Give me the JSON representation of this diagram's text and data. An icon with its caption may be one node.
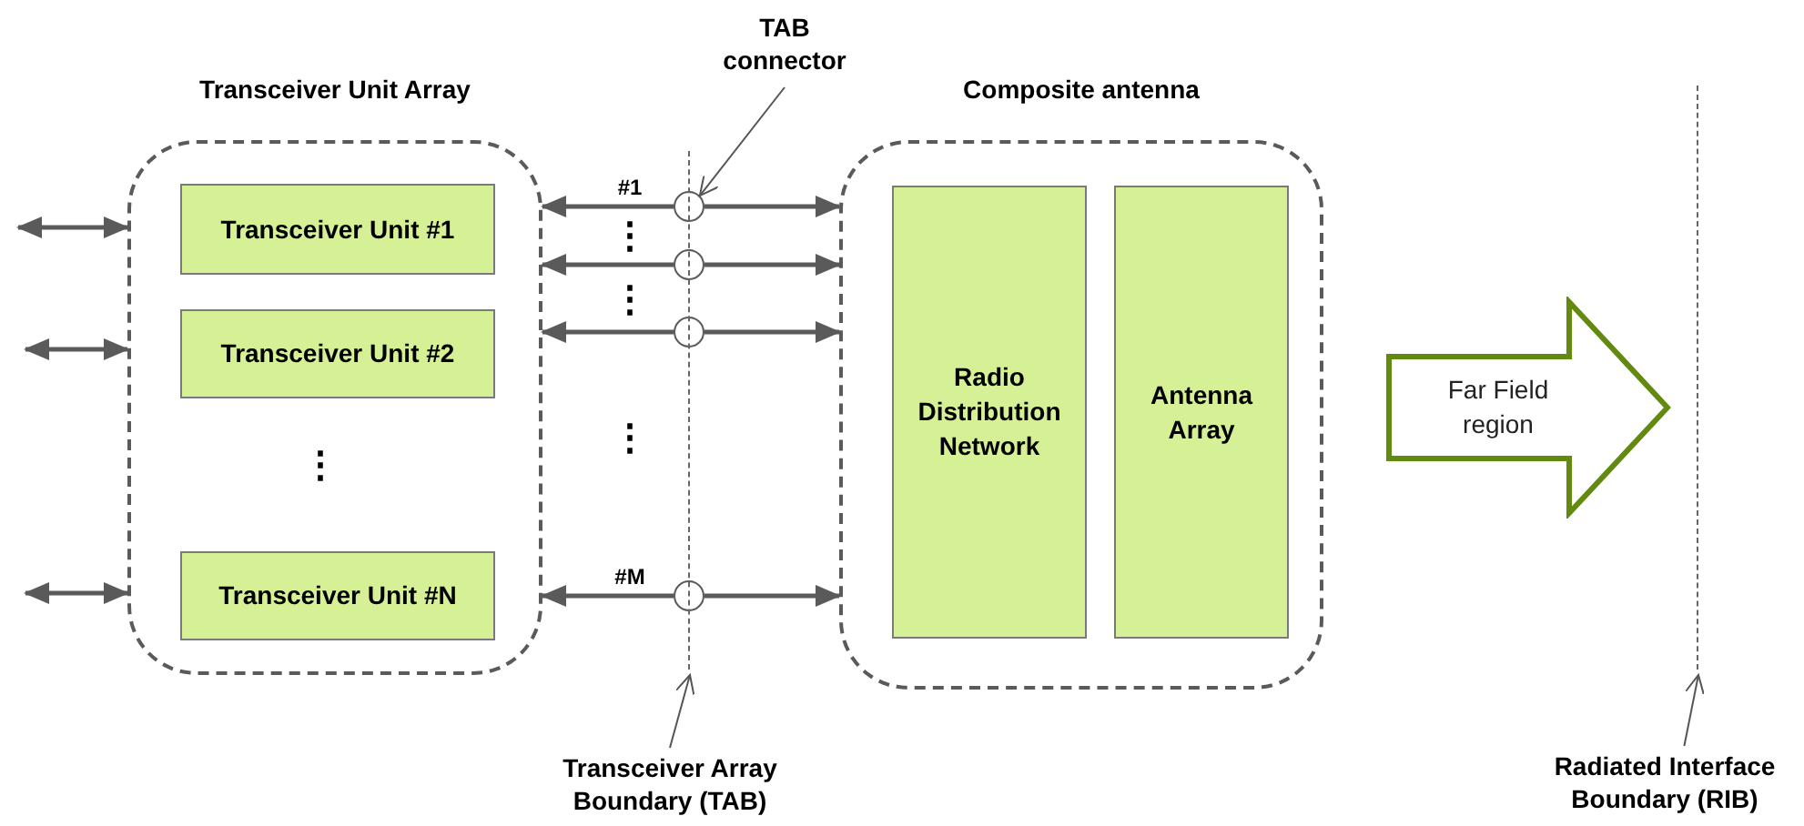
{
  "diagram": {
    "nodes": [
      {
        "text": [
          "Transceiver Unit Array"
        ]
      },
      {
        "text": [
          "Transceiver Unit #1"
        ],
        "in": 0
      },
      {
        "text": [
          "Transceiver Unit #2"
        ],
        "in": 0
      },
      {
        "text": [
          "Transceiver Unit #N"
        ],
        "in": 0
      },
      {
        "text": [
          "Composite antenna"
        ]
      },
      {
        "text": [
          "Radio Distribution Network"
        ],
        "in": 4
      },
      {
        "text": [
          "Antenna Array"
        ],
        "in": 4
      },
      {
        "text": [
          "Far Field region"
        ]
      },
      {
        "text": [
          "TAB connector"
        ]
      },
      {
        "text": [],
        "shape": "circle"
      },
      {
        "text": [],
        "shape": "circle"
      },
      {
        "text": [],
        "shape": "circle"
      },
      {
        "text": [],
        "shape": "circle"
      },
      {
        "text": [],
        "shape": "line"
      },
      {
        "text": [
          "Transceiver Array Boundary (TAB)"
        ]
      },
      {
        "text": [],
        "shape": "line"
      },
      {
        "text": [
          "Radiated Interface Boundary (RIB)"
        ]
      }
    ],
    "edges": [
      {
        "from": null,
        "to": 0,
        "arrow": "both"
      },
      {
        "from": null,
        "to": 0,
        "arrow": "both"
      },
      {
        "from": null,
        "to": 0,
        "arrow": "both"
      },
      {
        "from": 9,
        "to": 0,
        "arrow": "to",
        "label": "#1"
      },
      {
        "from": 9,
        "to": 4,
        "arrow": "to"
      },
      {
        "from": 10,
        "to": 0,
        "arrow": "to"
      },
      {
        "from": 10,
        "to": 4,
        "arrow": "to"
      },
      {
        "from": 11,
        "to": 0,
        "arrow": "to"
      },
      {
        "from": 11,
        "to": 4,
        "arrow": "to"
      },
      {
        "from": 12,
        "to": 0,
        "arrow": "to",
        "label": "#M"
      },
      {
        "from": 12,
        "to": 4,
        "arrow": "to"
      },
      {
        "from": 8,
        "to": 9,
        "arrow": "to"
      },
      {
        "from": 14,
        "to": 13,
        "arrow": "to"
      },
      {
        "from": 16,
        "to": 15,
        "arrow": "to"
      }
    ],
    "labels": [
      "⋮",
      "⋮",
      "⋮",
      "⋮"
    ]
  }
}
